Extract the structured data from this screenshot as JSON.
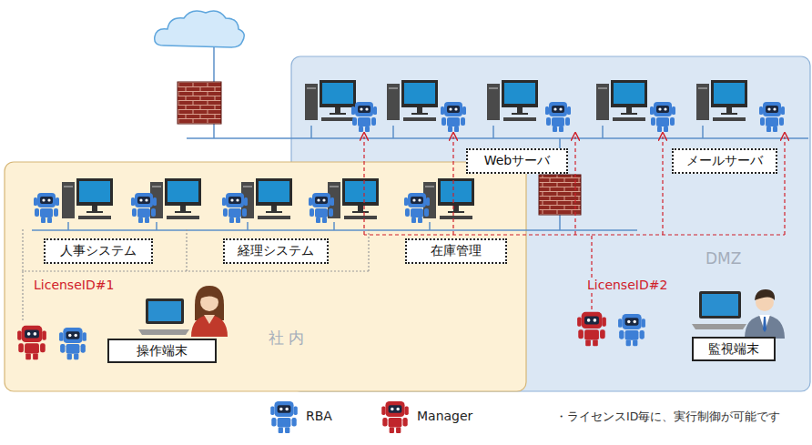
{
  "diagram": {
    "nodes": [
      {
        "text": [
          "DMZ"
        ]
      },
      {
        "text": [
          "Webサーバ"
        ],
        "in": 0
      },
      {
        "text": [
          "メールサーバ"
        ],
        "in": 0
      },
      {
        "text": [
          "社 内"
        ]
      },
      {
        "text": [
          "人事システム"
        ],
        "in": 3
      },
      {
        "text": [
          "経理システム"
        ],
        "in": 3
      },
      {
        "text": [
          "在庫管理"
        ],
        "in": 3
      },
      {
        "text": [
          "操作端末"
        ],
        "in": 3
      },
      {
        "text": [
          "監視端末"
        ],
        "in": 0
      }
    ],
    "labels": [
      "LicenseID#1",
      "LicenseID#2",
      "・ライセンスID毎に、実行制御が可能です"
    ],
    "legend": [
      {
        "text": "RBA"
      },
      {
        "text": "Manager"
      }
    ]
  }
}
